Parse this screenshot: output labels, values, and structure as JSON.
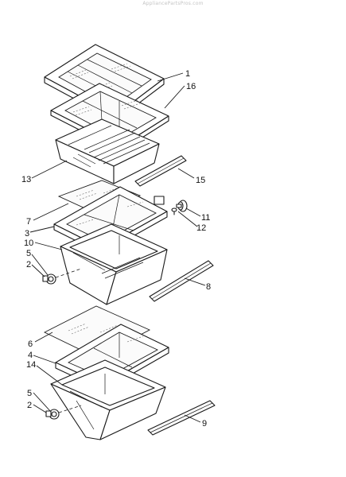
{
  "watermark": "AppliancePartsPros.com",
  "callouts": [
    {
      "id": "c1",
      "text": "1"
    },
    {
      "id": "c16",
      "text": "16"
    },
    {
      "id": "c13",
      "text": "13"
    },
    {
      "id": "c15",
      "text": "15"
    },
    {
      "id": "c7",
      "text": "7"
    },
    {
      "id": "c3",
      "text": "3"
    },
    {
      "id": "c11",
      "text": "11"
    },
    {
      "id": "c12",
      "text": "12"
    },
    {
      "id": "c10",
      "text": "10"
    },
    {
      "id": "c5a",
      "text": "5"
    },
    {
      "id": "c2a",
      "text": "2"
    },
    {
      "id": "c8",
      "text": "8"
    },
    {
      "id": "c6",
      "text": "6"
    },
    {
      "id": "c4",
      "text": "4"
    },
    {
      "id": "c14",
      "text": "14"
    },
    {
      "id": "c5b",
      "text": "5"
    },
    {
      "id": "c2b",
      "text": "2"
    },
    {
      "id": "c9",
      "text": "9"
    }
  ]
}
